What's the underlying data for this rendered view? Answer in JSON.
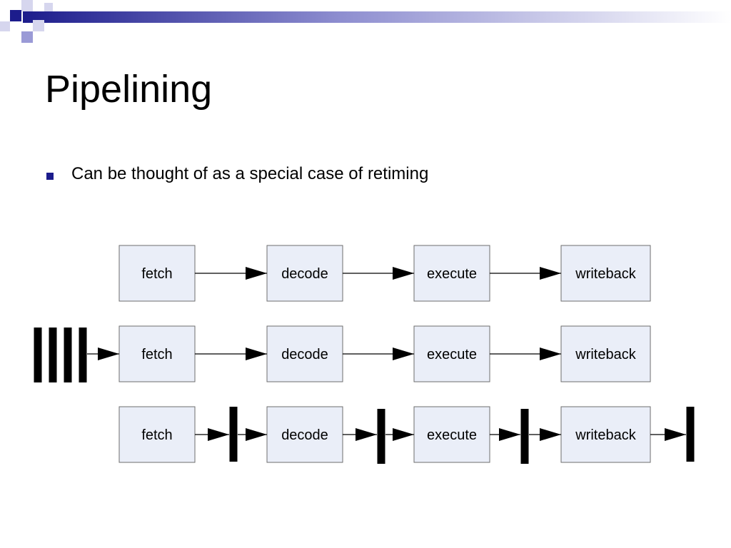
{
  "slide": {
    "title": "Pipelining",
    "bullets": [
      "Can be thought of as a special case of retiming"
    ]
  },
  "theme": {
    "header_dark": "#1c1c8c",
    "header_mid": "#8e8ed0",
    "header_light": "#d6d6ee",
    "bullet_color": "#1c1c8c",
    "box_fill": "#eaeef8",
    "box_border": "#6e6e6e"
  },
  "diagram": {
    "stages": [
      "fetch",
      "decode",
      "execute",
      "writeback"
    ],
    "rows": [
      {
        "register_placement": "none"
      },
      {
        "register_placement": "input-bank",
        "register_count": 4
      },
      {
        "register_placement": "between-stages"
      }
    ]
  }
}
